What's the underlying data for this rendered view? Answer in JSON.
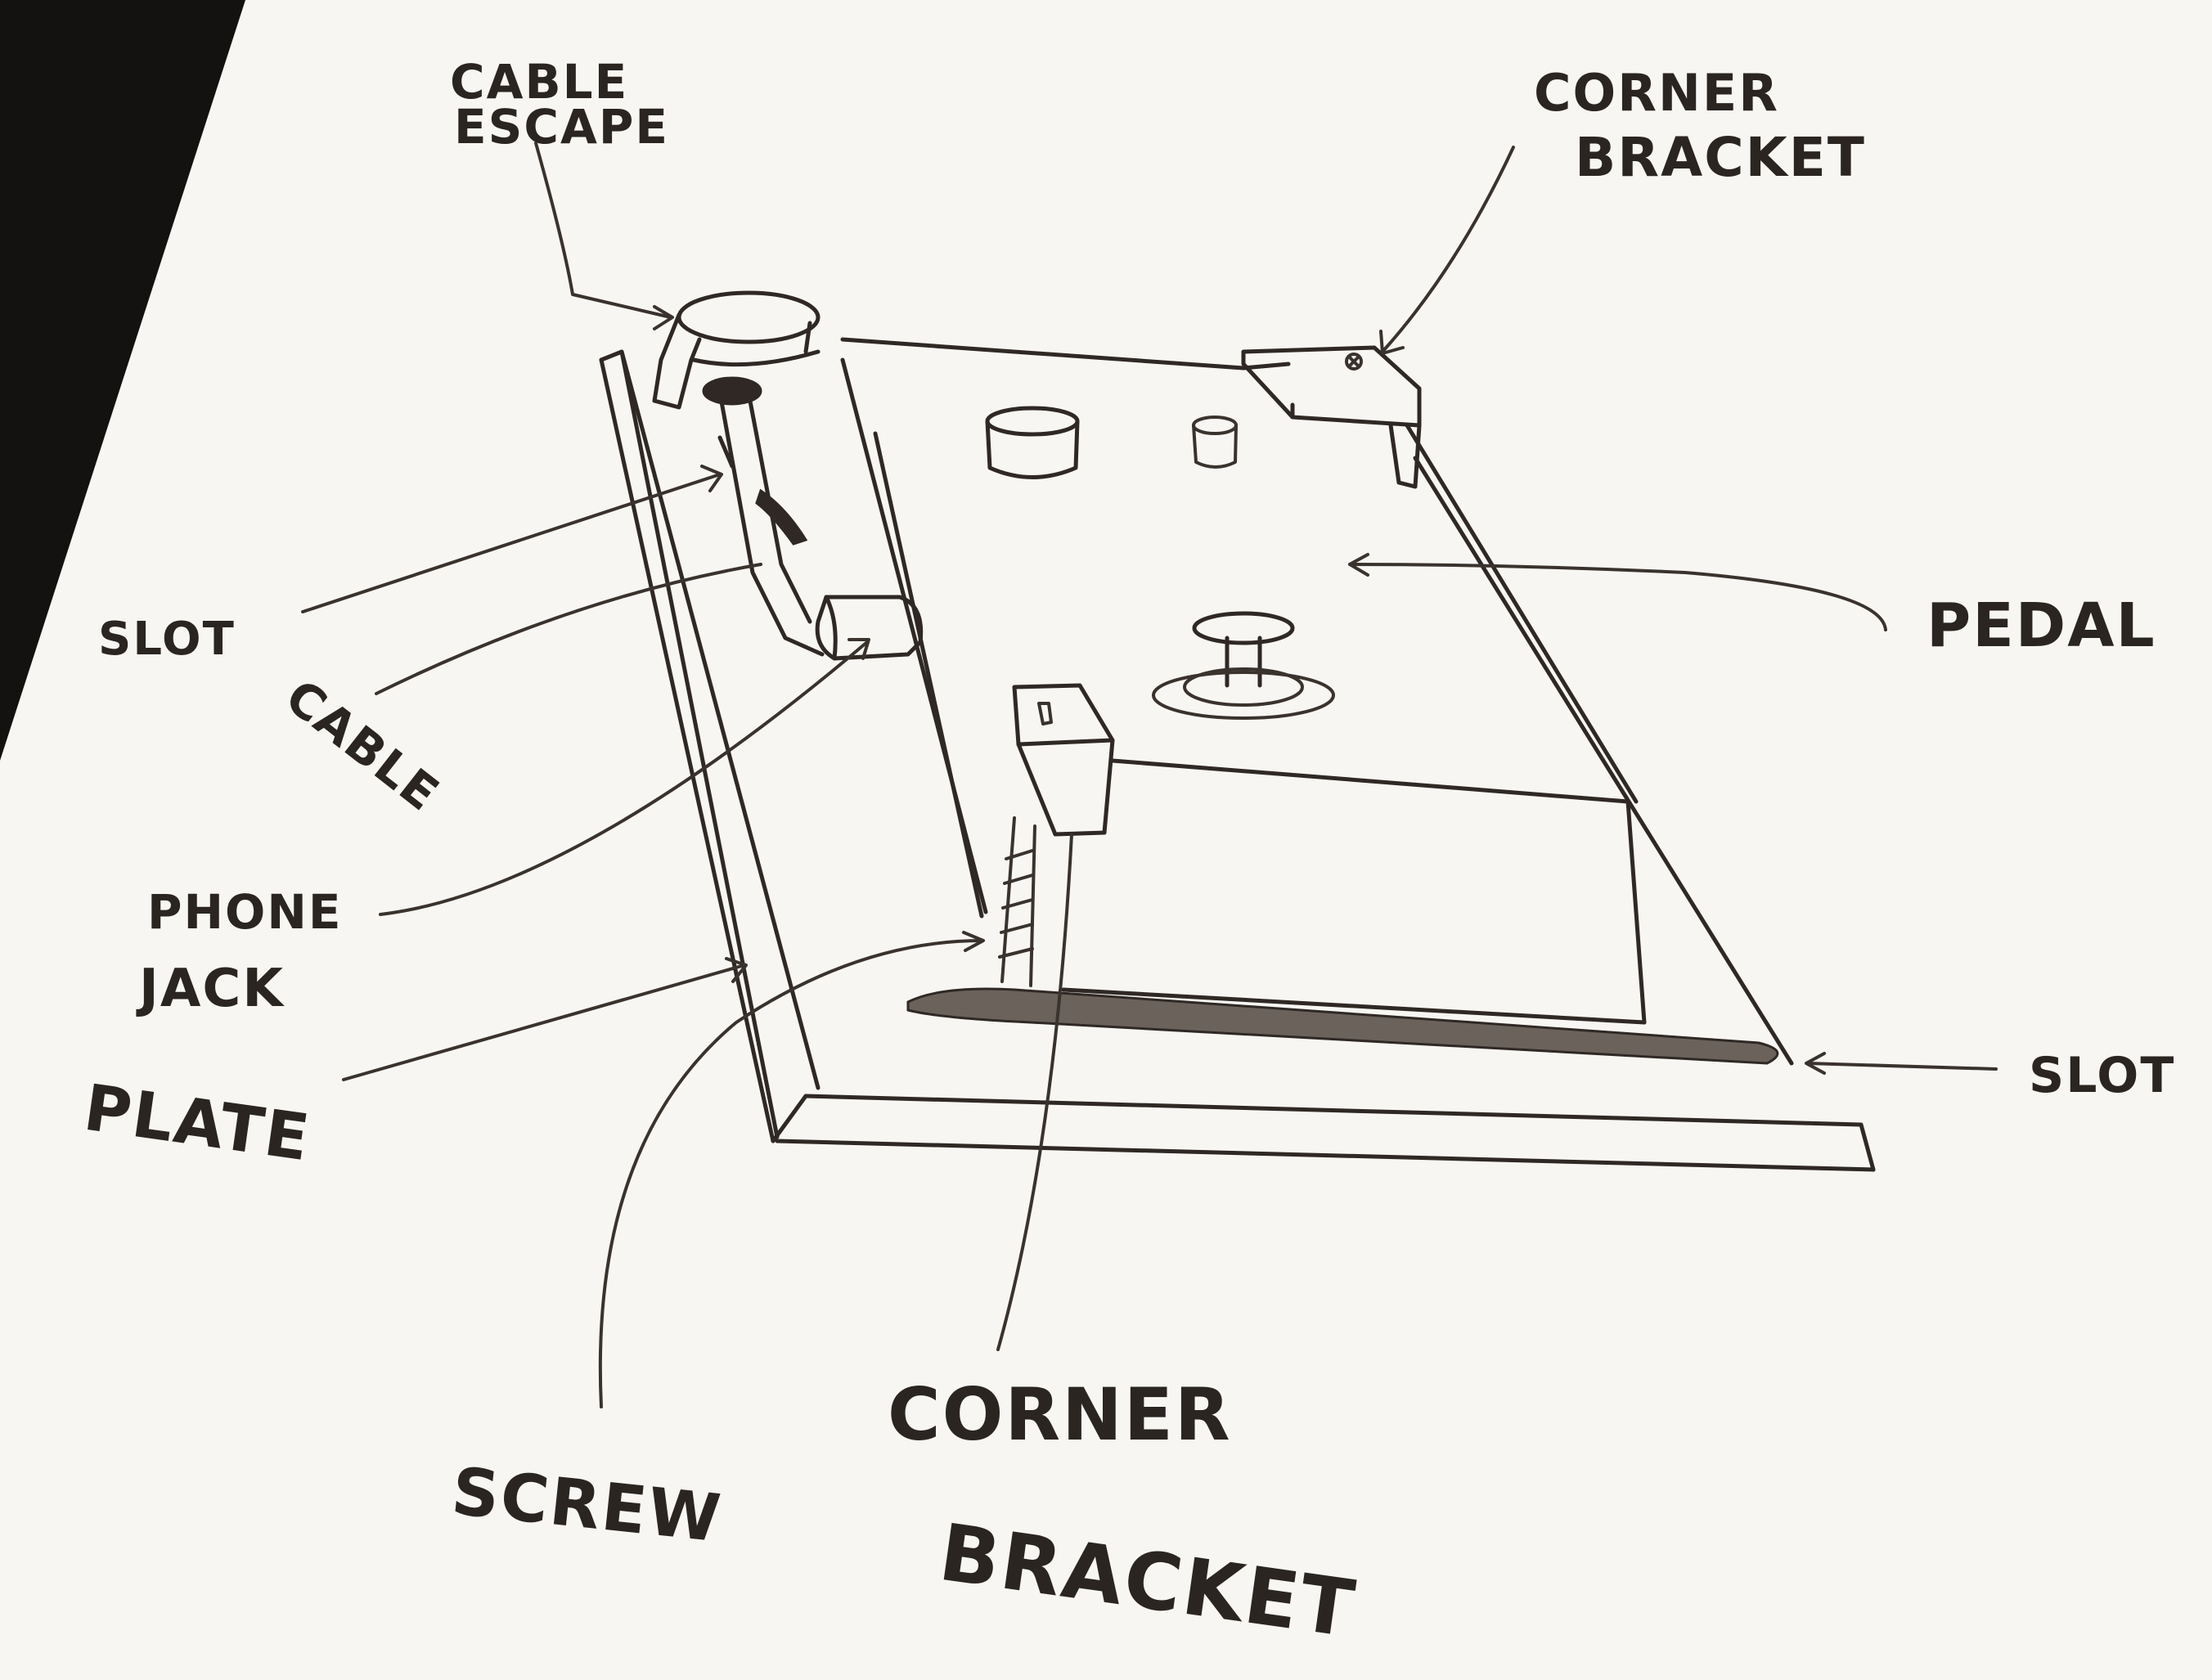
{
  "labels": {
    "cable_escape_1": "CABLE",
    "cable_escape_2": "ESCAPE",
    "corner_bracket_top_1": "CORNER",
    "corner_bracket_top_2": "BRACKET",
    "slot_left": "SLOT",
    "cable": "CABLE",
    "pedal": "PEDAL",
    "phone_jack_1": "PHONE",
    "phone_jack_2": "JACK",
    "plate": "PLATE",
    "slot_right": "SLOT",
    "screw": "SCREW",
    "corner_bracket_bottom_1": "CORNER",
    "corner_bracket_bottom_2": "BRACKET"
  },
  "colors": {
    "paper": "#f7f6f3",
    "ink": "#2f2824",
    "background_dark": "#141211"
  }
}
